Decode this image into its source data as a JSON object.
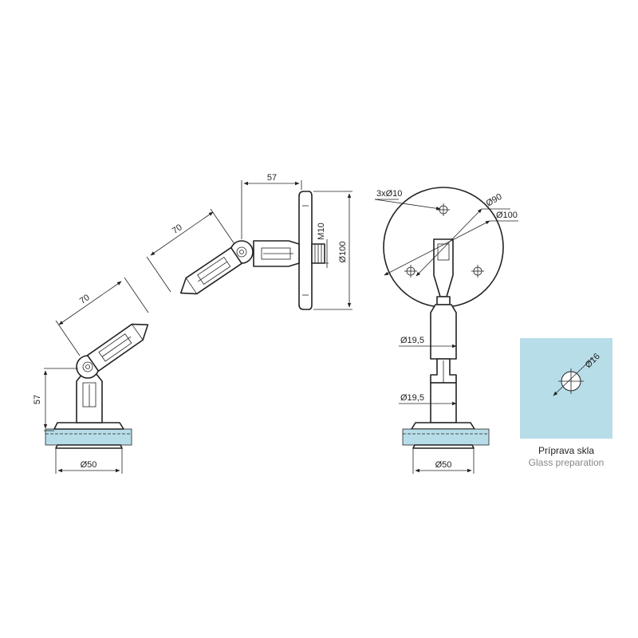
{
  "dimensions": {
    "side_height": "57",
    "side_arm_lower": "70",
    "side_arm_upper": "70",
    "side_depth": "57",
    "side_thread": "M10",
    "side_plate_dia": "Ø100",
    "side_base_dia": "Ø50",
    "front_holes": "3xØ10",
    "front_pcd": "Ø90",
    "front_plate_dia": "Ø100",
    "front_rod_upper": "Ø19,5",
    "front_rod_lower": "Ø19,5",
    "front_base_dia": "Ø50",
    "glass_hole_dia": "Ø16"
  },
  "caption": {
    "primary": "Príprava skla",
    "secondary": "Glass preparation"
  },
  "colors": {
    "glass": "#b7dde8",
    "line": "#222222"
  }
}
